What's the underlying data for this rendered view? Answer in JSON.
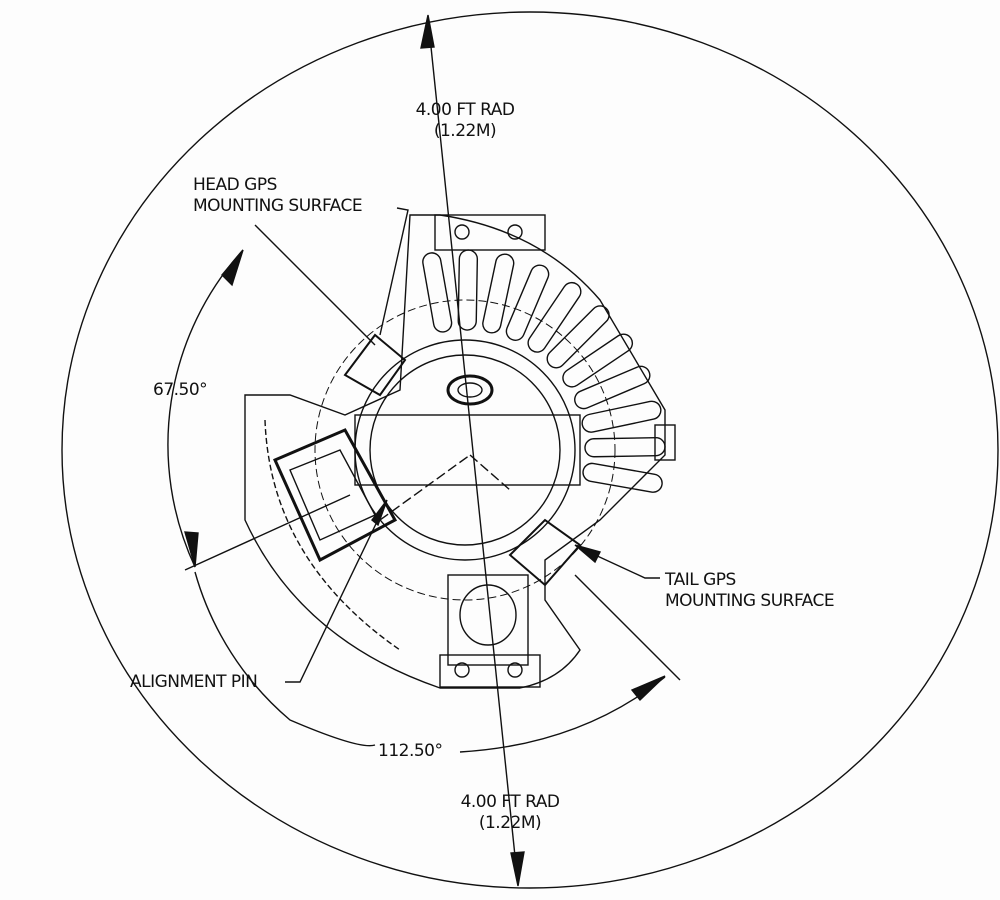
{
  "labels": {
    "top_radius": "4.00 FT RAD",
    "top_radius_metric": "(1.22M)",
    "bottom_radius": "4.00 FT RAD",
    "bottom_radius_metric": "(1.22M)",
    "head_gps_line1": "HEAD GPS",
    "head_gps_line2": "MOUNTING SURFACE",
    "tail_gps_line1": "TAIL GPS",
    "tail_gps_line2": "MOUNTING SURFACE",
    "alignment_pin": "ALIGNMENT PIN",
    "angle_small": "67.50°",
    "angle_large": "112.50°"
  }
}
